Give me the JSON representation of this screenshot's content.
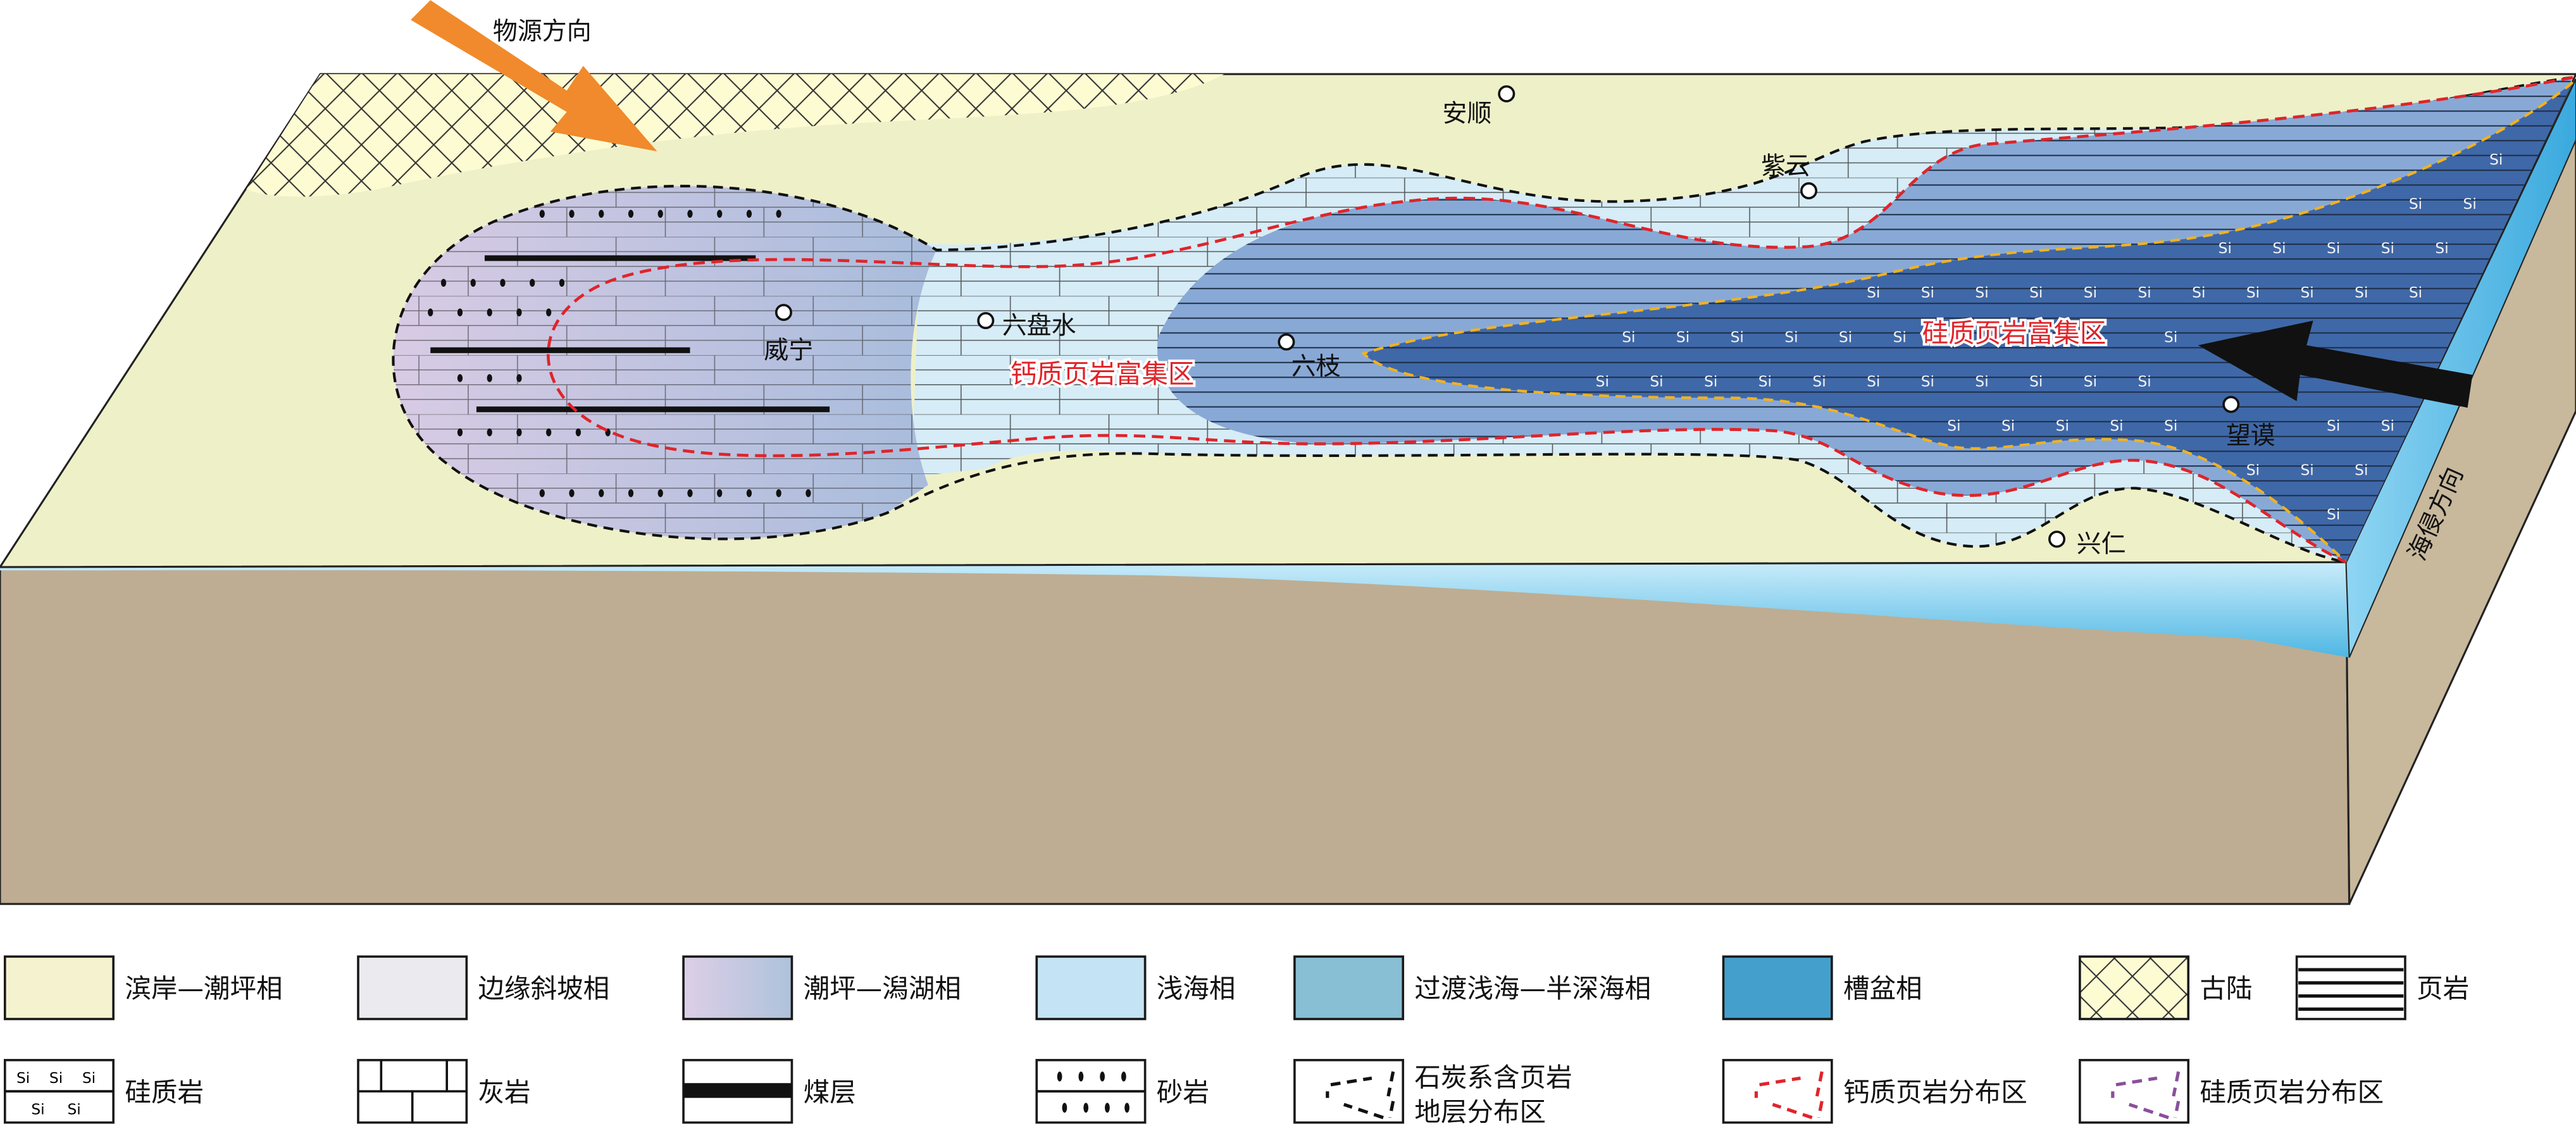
{
  "diagram": {
    "source_direction": "物源方向",
    "transgression_direction": "海侵方向",
    "towns": [
      "安顺",
      "紫云",
      "六盘水",
      "威宁",
      "六枝",
      "望谟",
      "兴仁"
    ],
    "zones": {
      "calcareous": "钙质页岩富集区",
      "siliceous": "硅质页岩富集区"
    },
    "si_symbol": "Si"
  },
  "legend": {
    "items": [
      {
        "label": "滨岸—潮坪相",
        "swatch": "#f5f2cf"
      },
      {
        "label": "边缘斜坡相",
        "swatch": "#ebebef"
      },
      {
        "label": "潮坪—潟湖相",
        "swatch": "gradient #dccfe6 → #aec2dc"
      },
      {
        "label": "浅海相",
        "swatch": "#c4e3f4"
      },
      {
        "label": "过渡浅海—半深海相",
        "swatch": "#88bfd4"
      },
      {
        "label": "槽盆相",
        "swatch": "#449fcc"
      },
      {
        "label": "古陆",
        "swatch": "crosshatch"
      },
      {
        "label": "页岩",
        "swatch": "shale"
      },
      {
        "label": "硅质岩",
        "swatch": "siliceous"
      },
      {
        "label": "灰岩",
        "swatch": "limestone"
      },
      {
        "label": "煤层",
        "swatch": "coal"
      },
      {
        "label": "砂岩",
        "swatch": "sandstone"
      },
      {
        "label": "石炭系含页岩",
        "label2": "地层分布区",
        "swatch": "black-dash"
      },
      {
        "label": "钙质页岩分布区",
        "swatch": "red-dash"
      },
      {
        "label": "硅质页岩分布区",
        "swatch": "purple-dash"
      }
    ]
  },
  "colors": {
    "land": "#eef0c8",
    "shallow": "#d6ecf6",
    "transition": "#88a9d6",
    "trough": "#3f68a8",
    "red_dash": "#e0242a",
    "yellow_dash": "#f2b21e",
    "arrow_orange": "#f08a2c",
    "block_side": "#bead92"
  }
}
